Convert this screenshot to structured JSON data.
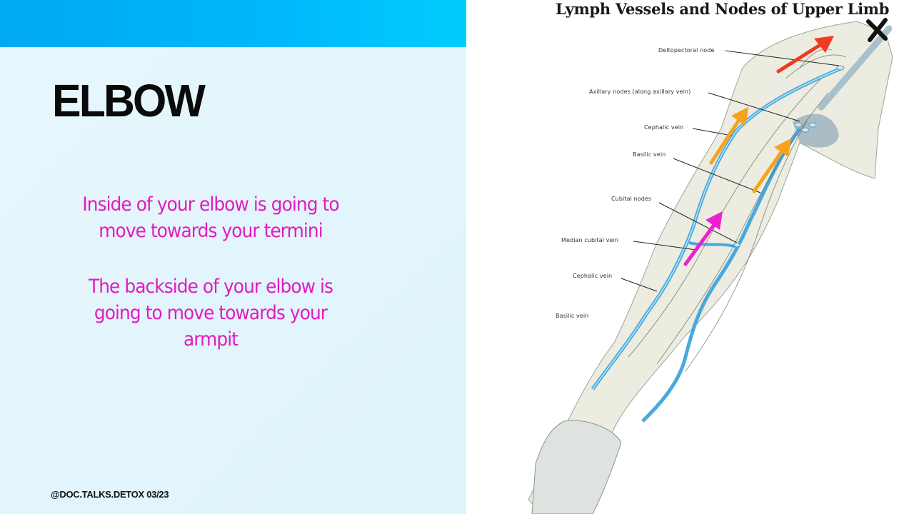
{
  "slide": {
    "title": "ELBOW",
    "paragraphs": [
      "Inside of your elbow is going to move towards your termini",
      "The backside of your elbow is going to move towards your armpit"
    ],
    "footer": "@DOC.TALKS.DETOX 03/23"
  },
  "diagram": {
    "title": "Lymph Vessels and Nodes of Upper Limb",
    "labels": {
      "deltopectoral": "Deltopectoral node",
      "axillary": "Axillary nodes (along axillary vein)",
      "cephalic_upper": "Cephalic vein",
      "basilic_upper": "Basilic vein",
      "cubital_nodes": "Cubital nodes",
      "median_cubital": "Median cubital vein",
      "cephalic_lower": "Cephalic vein",
      "basilic_lower": "Basilic vein"
    },
    "annotations": {
      "x_mark": "✘",
      "arrow_colors": {
        "red": "#f23a1f",
        "orange": "#f7a21b",
        "magenta": "#ee1fd0"
      }
    }
  },
  "colors": {
    "top_bar": "#00b4f8",
    "panel_bg": "#e4f6fc",
    "body_text": "#e21bc0",
    "title": "#0a0a0a"
  }
}
